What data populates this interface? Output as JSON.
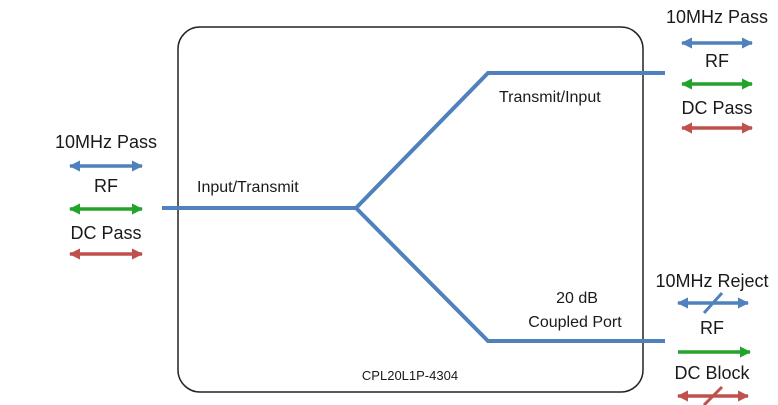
{
  "device": {
    "part_number": "CPL20L1P-4304",
    "input_port_label": "Input/Transmit",
    "output_port_label": "Transmit/Input",
    "coupled_port_line1": "20 dB",
    "coupled_port_line2": "Coupled Port"
  },
  "left_port": {
    "line1": "10MHz Pass",
    "line2": "RF",
    "line3": "DC Pass"
  },
  "top_right_port": {
    "line1": "10MHz Pass",
    "line2": "RF",
    "line3": "DC Pass"
  },
  "bottom_right_port": {
    "line1": "10MHz Reject",
    "line2": "RF",
    "line3": "DC Block"
  },
  "colors": {
    "signal_line": "#4f81bd",
    "ten_mhz_arrow": "#4f81bd",
    "rf_arrow": "#22a32a",
    "dc_arrow": "#c0504d",
    "box_border": "#222222"
  }
}
